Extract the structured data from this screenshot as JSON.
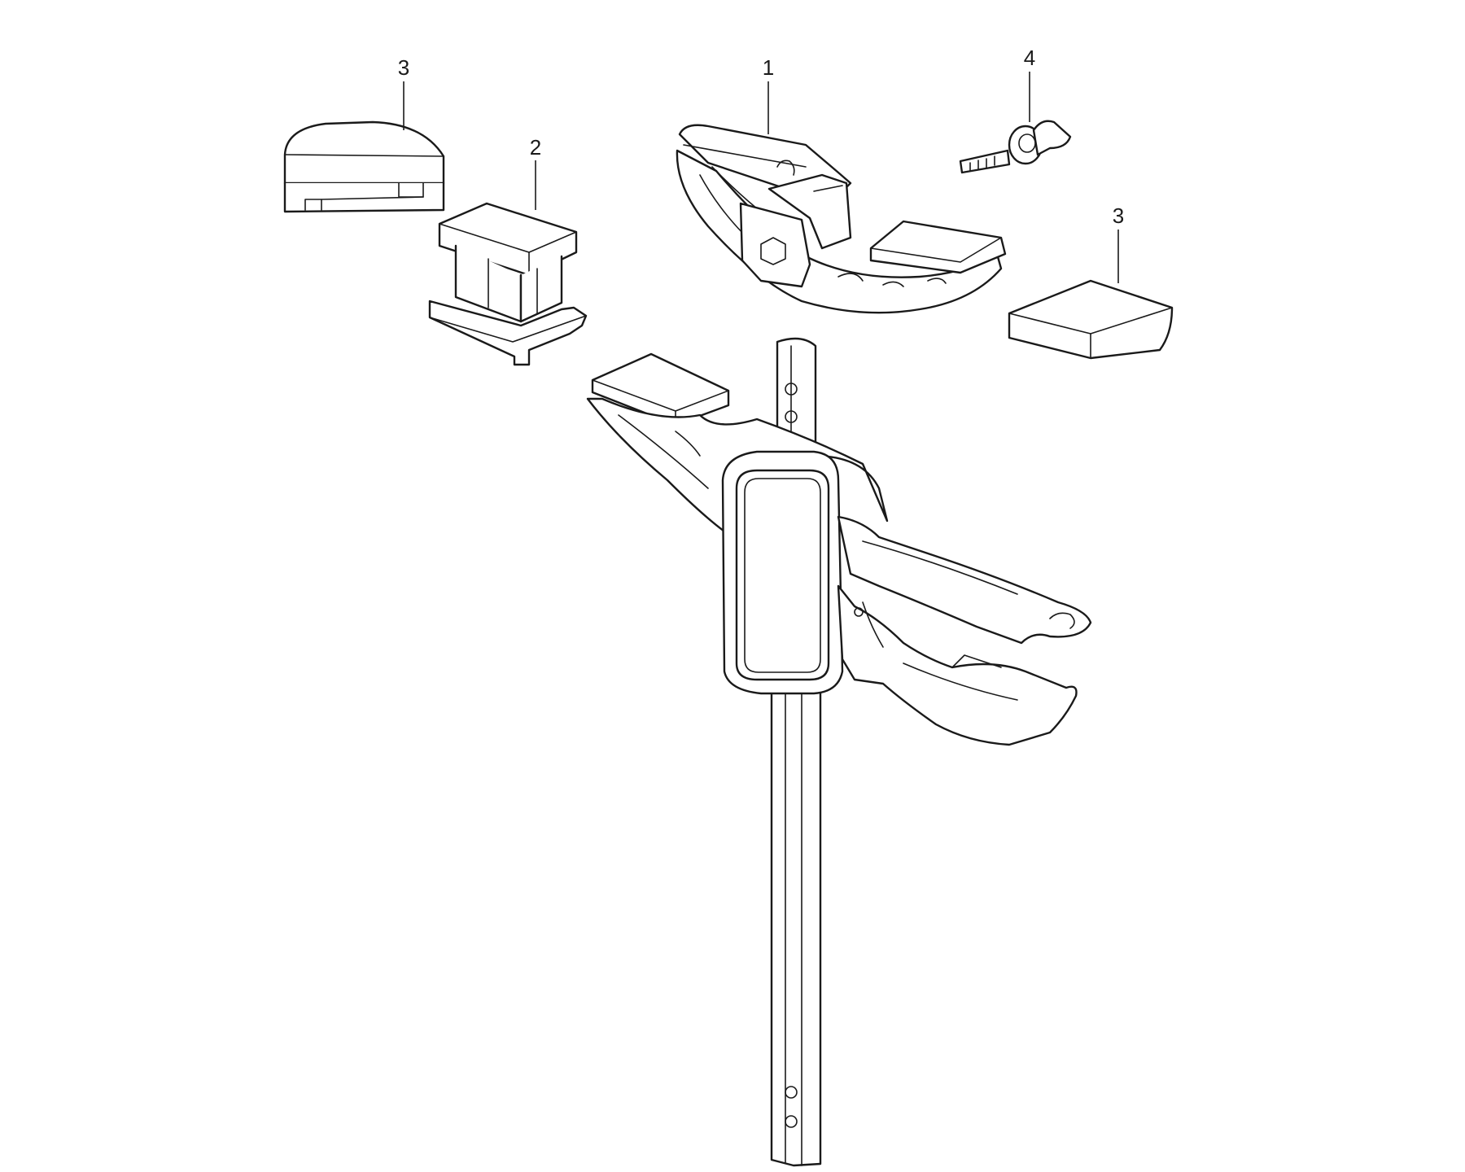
{
  "diagram": {
    "callouts": [
      {
        "id": "part-1-jaw-top",
        "label": "1"
      },
      {
        "id": "part-2-sliding-pad",
        "label": "2"
      },
      {
        "id": "part-3-pad-left",
        "label": "3"
      },
      {
        "id": "part-3-pad-right",
        "label": "3"
      },
      {
        "id": "part-4-wing-screw",
        "label": "4"
      }
    ]
  }
}
